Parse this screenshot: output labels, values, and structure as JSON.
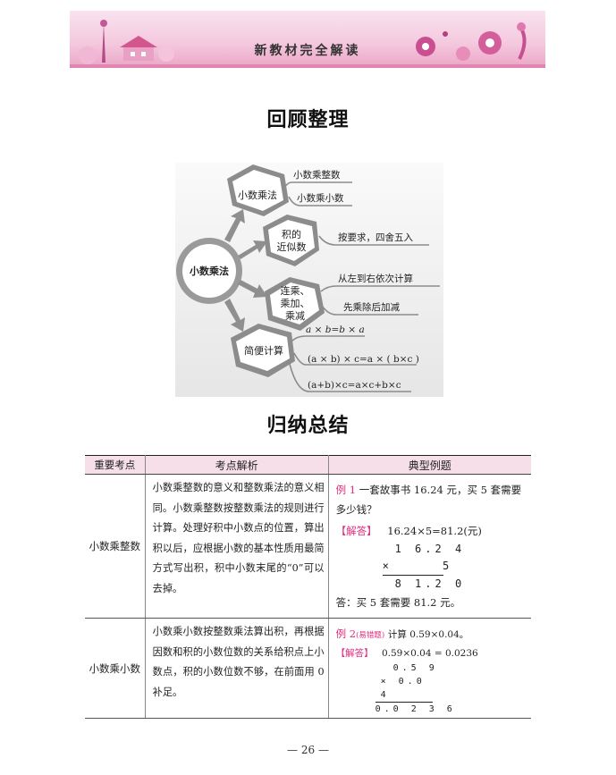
{
  "header": {
    "title": "新教材完全解读"
  },
  "review": {
    "title": "回顾整理",
    "mindmap": {
      "center": "小数乘法",
      "branches": [
        {
          "label": "小数乘法",
          "leaves": [
            "小数乘整数",
            "小数乘小数"
          ]
        },
        {
          "label": "积的\n近似数",
          "leaves": [
            "按要求，四舍五入"
          ]
        },
        {
          "label": "连乘、\n乘加、\n乘减",
          "leaves": [
            "从左到右依次计算",
            "先乘除后加减"
          ]
        },
        {
          "label": "简便计算",
          "leaves": [
            "a × b=b × a",
            "(a × b) × c=a × ( b×c )",
            "(a+b)×c=a×c+b×c"
          ]
        }
      ]
    }
  },
  "summary": {
    "title": "归纳总结",
    "columns": [
      "重要考点",
      "考点解析",
      "典型例题"
    ],
    "rows": [
      {
        "point": "小数乘整数",
        "analysis": "小数乘整数的意义和整数乘法的意义相同。小数乘整数按整数乘法的规则进行计算。处理好积中小数点的位置，算出积以后，应根据小数的基本性质用最简方式写出积，积中小数末尾的“0”可以去掉。",
        "example": {
          "label": "例 1",
          "question": "一套故事书 16.24 元，买 5 套需要多少钱？",
          "answer_label": "【解答】",
          "answer": "16.24×5=81.2(元)",
          "calc": [
            "1 6.2 4",
            "×     5",
            "8 1.2 0"
          ],
          "conclusion": "答：买 5 套需要 81.2 元。"
        }
      },
      {
        "point": "小数乘小数",
        "analysis": "小数乘小数按整数乘法算出积，再根据因数和积的小数位数的关系给积点上小数点，积的小数位数不够，在前面用 0 补足。",
        "example": {
          "label": "例 2",
          "tag": "(易错题)",
          "question": "计算 0.59×0.04。",
          "answer_label": "【解答】",
          "answer": "0.59×0.04 = 0.0236",
          "calc": [
            "0.5 9",
            "× 0.0 4",
            "0.0 2 3 6"
          ]
        }
      }
    ]
  },
  "page_number": "— 26 —"
}
